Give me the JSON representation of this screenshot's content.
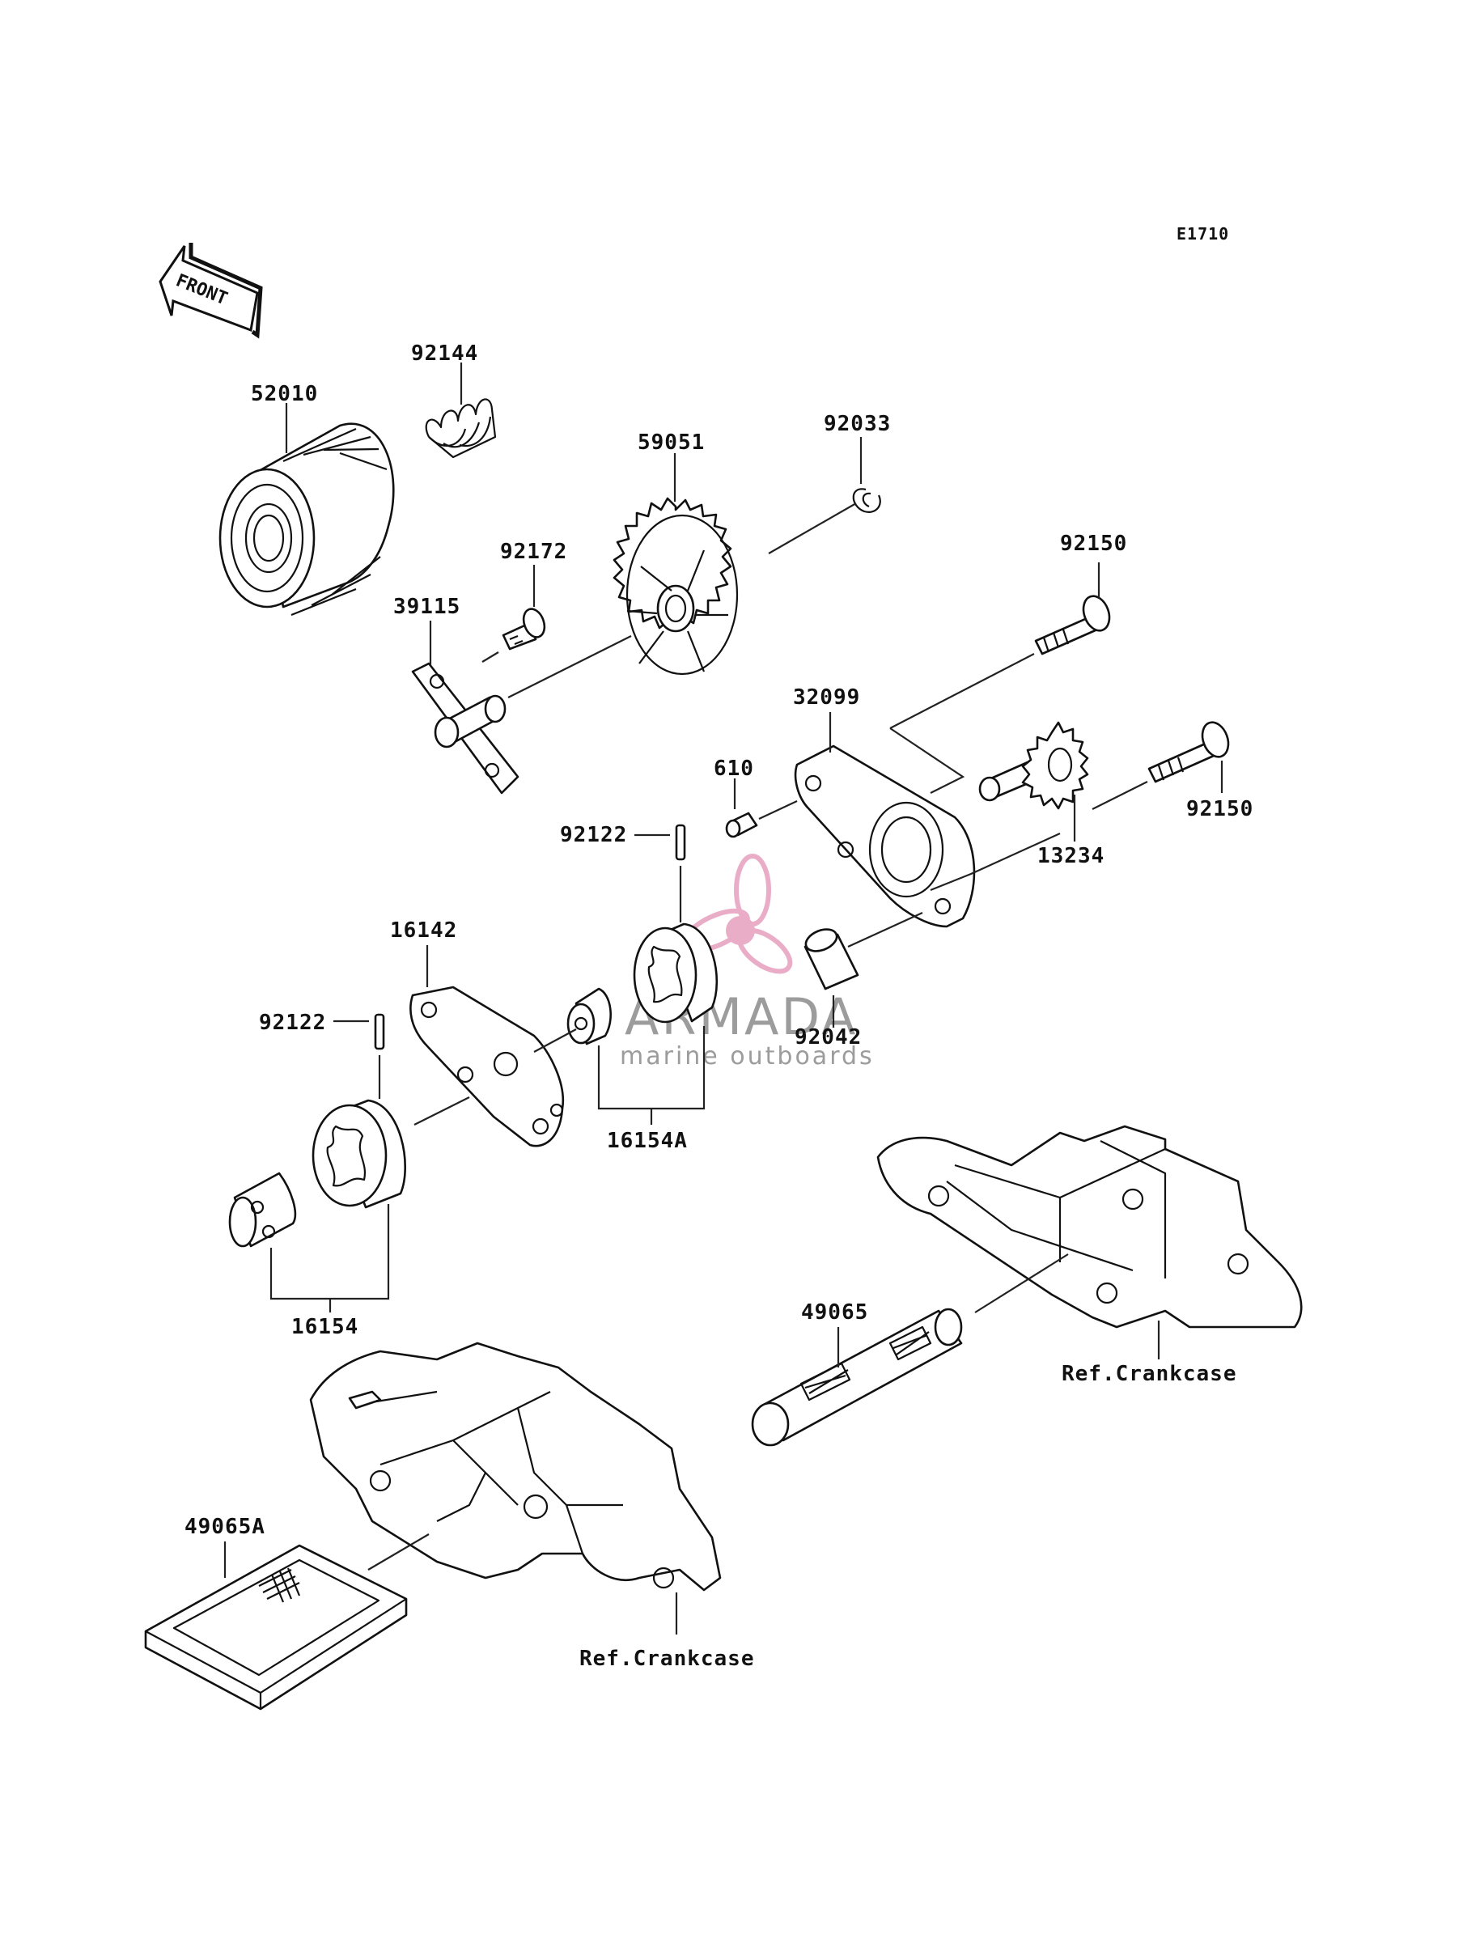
{
  "diagram_code": "E1710",
  "front_arrow_text": "FRONT",
  "watermark": {
    "name": "ARMADA",
    "tagline": "marine outboards",
    "accent_color": "#e8a5c1"
  },
  "part_numbers": {
    "oil_filter": "52010",
    "spring": "92144",
    "gear": "59051",
    "circlip": "92033",
    "screw": "92172",
    "shaft_plate": "39115",
    "bolt_top": "92150",
    "pump_body": "32099",
    "pin_610": "610",
    "small_gear": "13234",
    "bolt_right": "92150",
    "pin_upper": "92122",
    "sleeve": "92042",
    "gasket_plate": "16142",
    "pin_lower": "92122",
    "rotor_set_a": "16154A",
    "rotor_set": "16154",
    "strainer": "49065",
    "screen": "49065A"
  },
  "references": {
    "crankcase_right": "Ref.Crankcase",
    "crankcase_bottom": "Ref.Crankcase"
  }
}
